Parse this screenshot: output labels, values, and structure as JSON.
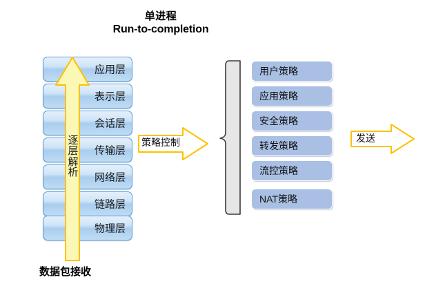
{
  "title": {
    "line1": "单进程",
    "line2": "Run-to-completion"
  },
  "left_stack": {
    "caption": "数据包接收",
    "arrow_label": "逐层解析",
    "layers": [
      {
        "label": "应用层"
      },
      {
        "label": "表示层"
      },
      {
        "label": "会话层"
      },
      {
        "label": "传输层"
      },
      {
        "label": "网络层"
      },
      {
        "label": "链路层"
      },
      {
        "label": "物理层"
      }
    ]
  },
  "policy_arrow": {
    "label": "策略控制"
  },
  "policy_stack": {
    "items": [
      {
        "label": "用户策略"
      },
      {
        "label": "应用策略"
      },
      {
        "label": "安全策略"
      },
      {
        "label": "转发策略"
      },
      {
        "label": "流控策略"
      },
      {
        "label": "NAT策略"
      }
    ]
  },
  "send_arrow": {
    "label": "发送"
  },
  "colors": {
    "layer_border": "#5B9BD5",
    "layer_fill_top": "#e4f0fb",
    "layer_fill_mid": "#a9cdee",
    "policy_fill": "#a9c0e4",
    "arrow_yellow_border": "#FFC000",
    "arrow_yellow_fill": "#FBF7B4",
    "bracket_fill": "#E6E6E6",
    "bracket_stroke": "#3A3A3A",
    "background": "#FFFFFF",
    "text": "#111111"
  }
}
